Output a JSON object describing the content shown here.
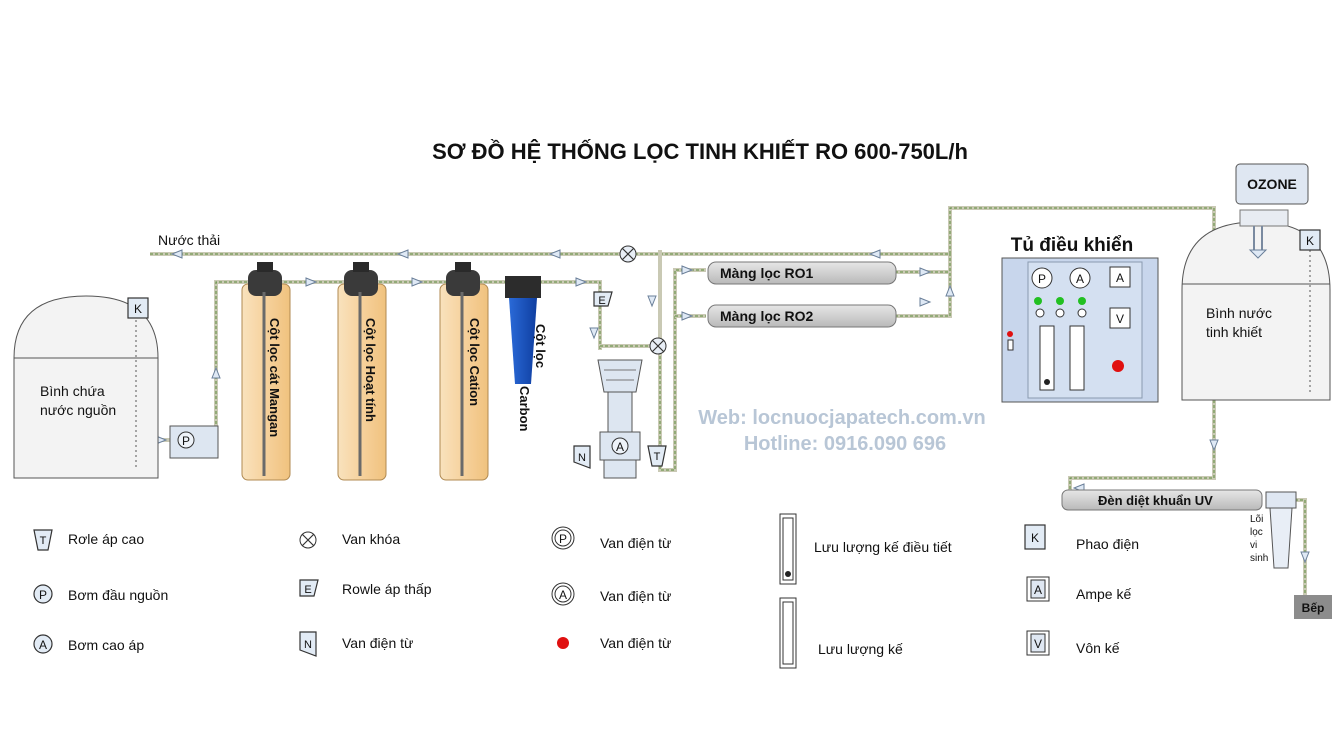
{
  "title": "SƠ ĐỒ HỆ THỐNG LỌC TINH KHIẾT RO 600-750L/h",
  "labels": {
    "waste": "Nước thải",
    "source_tank": [
      "Bình chứa",
      "nước nguồn"
    ],
    "col1": "Cột lọc cát Mangan",
    "col2": "Cột lọc Hoạt tính",
    "col3": "Cột lọc Cation",
    "carbon": [
      "Cột lọc",
      "Carbon"
    ],
    "ro1": "Màng lọc RO1",
    "ro2": "Màng lọc RO2",
    "cabinet": "Tủ điều khiển",
    "pure_tank": [
      "Bình nước",
      "tinh khiết"
    ],
    "ozone": "OZONE",
    "uv": "Đèn diệt khuẩn UV",
    "micro": [
      "Lõi",
      "lọc",
      "vi",
      "sinh"
    ],
    "kitchen": "Bếp",
    "web": "Web: locnuocjapatech.com.vn",
    "hotline": "Hotline: 0916.090 696"
  },
  "symbols": {
    "T": "T",
    "P": "P",
    "A": "A",
    "E": "E",
    "N": "N",
    "K": "K",
    "V": "V"
  },
  "legend": [
    {
      "sym": "T",
      "text": "Rơle áp cao"
    },
    {
      "sym": "P",
      "text": "Bơm đầu nguồn"
    },
    {
      "sym": "A",
      "text": "Bơm cao áp"
    },
    {
      "sym": "X",
      "text": "Van khóa"
    },
    {
      "sym": "E",
      "text": "Rowle áp thấp"
    },
    {
      "sym": "N",
      "text": "Van điện từ"
    },
    {
      "sym": "P",
      "text": "Van điện từ"
    },
    {
      "sym": "A",
      "text": "Van điện từ"
    },
    {
      "sym": "dot",
      "text": "Van điện từ"
    },
    {
      "sym": "flow-adj",
      "text": "Lưu lượng kế điều tiết"
    },
    {
      "sym": "flow",
      "text": "Lưu lượng kế"
    },
    {
      "sym": "K",
      "text": "Phao điện"
    },
    {
      "sym": "A",
      "text": "Ampe kế"
    },
    {
      "sym": "V",
      "text": "Vôn kế"
    }
  ],
  "colors": {
    "column_fill": "#f7d7a7",
    "carbon_fill": "#1a56c4",
    "cabinet_fill": "#c8d6ec",
    "tank_fill": "#f2f2f2",
    "red_lamp": "#e01010",
    "green_led": "#22c022"
  }
}
